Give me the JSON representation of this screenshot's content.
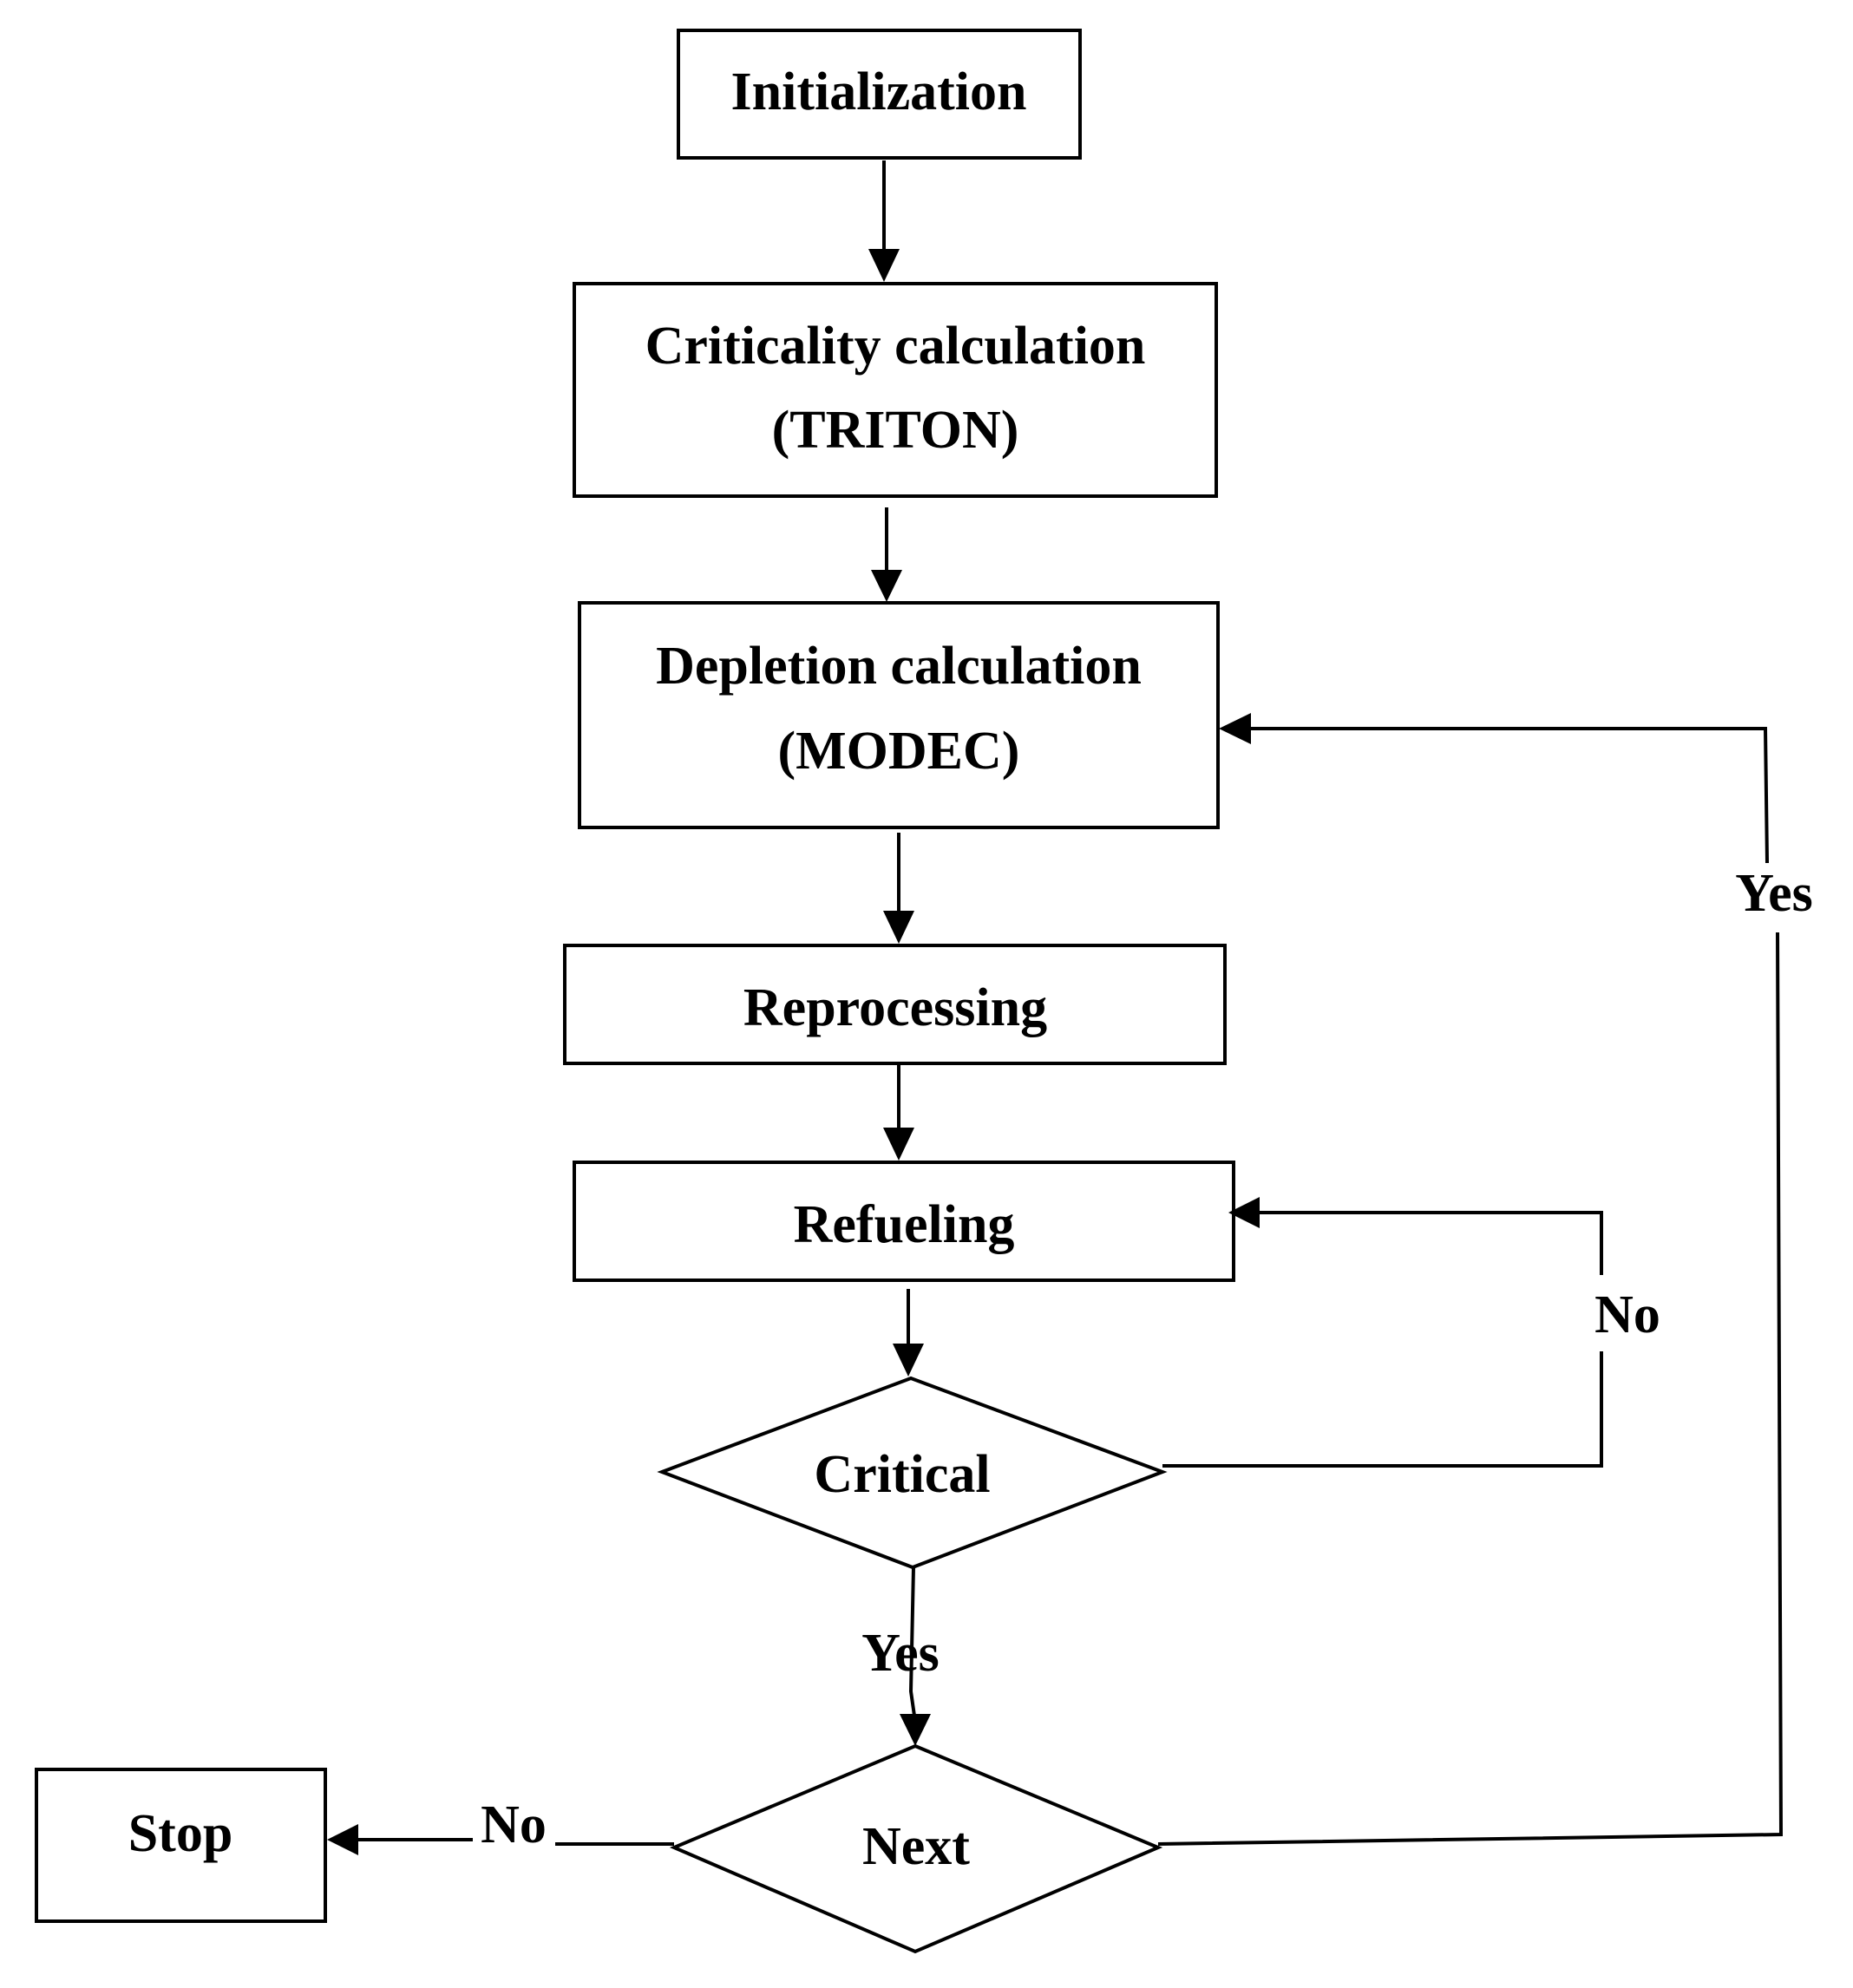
{
  "nodes": {
    "initialization": {
      "label": "Initialization"
    },
    "criticality": {
      "label_line1": "Criticality calculation",
      "label_line2": "(TRITON)"
    },
    "depletion": {
      "label_line1": "Depletion calculation",
      "label_line2": "(MODEC)"
    },
    "reprocessing": {
      "label": "Reprocessing"
    },
    "refueling": {
      "label": "Refueling"
    },
    "critical": {
      "label": "Critical"
    },
    "next": {
      "label": "Next"
    },
    "stop": {
      "label": "Stop"
    }
  },
  "edges": {
    "critical_no": "No",
    "critical_yes": "Yes",
    "next_yes": "Yes",
    "next_no": "No"
  }
}
